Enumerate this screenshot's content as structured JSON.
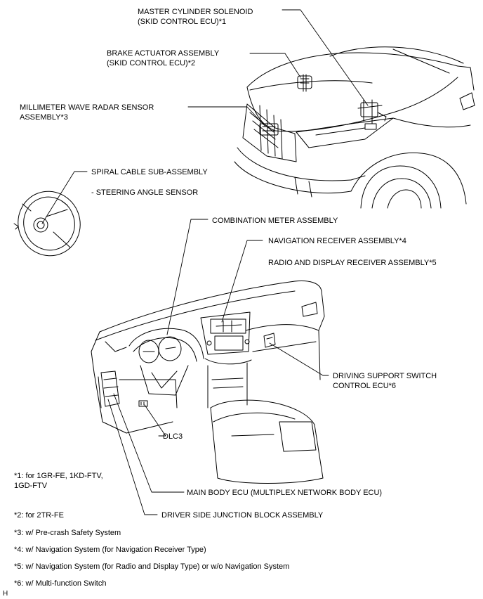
{
  "labels": {
    "master_cylinder": "MASTER CYLINDER SOLENOID\n(SKID CONTROL ECU)*1",
    "brake_actuator": "BRAKE ACTUATOR ASSEMBLY\n(SKID CONTROL ECU)*2",
    "radar_sensor": "MILLIMETER WAVE RADAR SENSOR\nASSEMBLY*3",
    "spiral_cable": "SPIRAL CABLE SUB-ASSEMBLY",
    "steering_angle": "- STEERING ANGLE SENSOR",
    "combination_meter": "COMBINATION METER ASSEMBLY",
    "navigation_receiver": "NAVIGATION RECEIVER ASSEMBLY*4",
    "radio_display": "RADIO AND DISPLAY RECEIVER ASSEMBLY*5",
    "driving_support": "DRIVING SUPPORT SWITCH\nCONTROL ECU*6",
    "dlc3": "DLC3",
    "main_body_ecu": "MAIN BODY ECU (MULTIPLEX NETWORK BODY ECU)",
    "junction_block": "DRIVER SIDE JUNCTION BLOCK ASSEMBLY"
  },
  "footnotes": {
    "n1": "*1: for 1GR-FE, 1KD-FTV,\n1GD-FTV",
    "n2": "*2: for 2TR-FE",
    "n3": "*3: w/ Pre-crash Safety System",
    "n4": "*4: w/ Navigation System (for Navigation Receiver Type)",
    "n5": "*5: w/ Navigation System (for Radio and Display Type) or w/o Navigation System",
    "n6": "*6: w/ Multi-function Switch"
  },
  "corner_mark": "H"
}
